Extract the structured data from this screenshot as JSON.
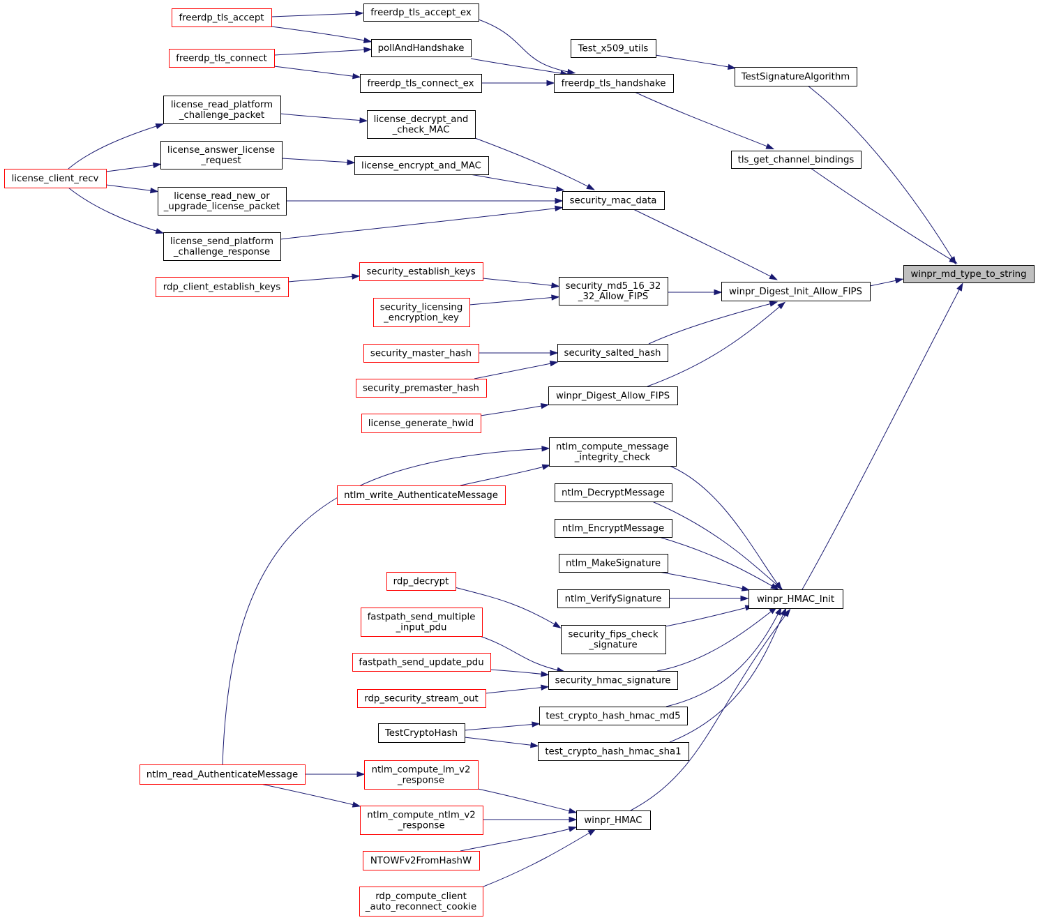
{
  "colors": {
    "edge": "#191970",
    "node_border_default": "#000000",
    "node_border_truncated": "#ff0000",
    "node_fill": "#ffffff",
    "focus_fill": "#bfbfbf",
    "focus_border": "#000000",
    "background": "#ffffff"
  },
  "nodes": [
    {
      "id": "winpr_md_type_to_string",
      "lines": [
        "winpr_md_type_to_string"
      ],
      "style": "focus"
    },
    {
      "id": "TestSignatureAlgorithm",
      "lines": [
        "TestSignatureAlgorithm"
      ],
      "style": "normal"
    },
    {
      "id": "Test_x509_utils",
      "lines": [
        "Test_x509_utils"
      ],
      "style": "normal"
    },
    {
      "id": "tls_get_channel_bindings",
      "lines": [
        "tls_get_channel_bindings"
      ],
      "style": "normal"
    },
    {
      "id": "freerdp_tls_handshake",
      "lines": [
        "freerdp_tls_handshake"
      ],
      "style": "normal"
    },
    {
      "id": "freerdp_tls_accept_ex",
      "lines": [
        "freerdp_tls_accept_ex"
      ],
      "style": "normal"
    },
    {
      "id": "freerdp_tls_accept",
      "lines": [
        "freerdp_tls_accept"
      ],
      "style": "red"
    },
    {
      "id": "pollAndHandshake",
      "lines": [
        "pollAndHandshake"
      ],
      "style": "normal"
    },
    {
      "id": "freerdp_tls_connect",
      "lines": [
        "freerdp_tls_connect"
      ],
      "style": "red"
    },
    {
      "id": "freerdp_tls_connect_ex",
      "lines": [
        "freerdp_tls_connect_ex"
      ],
      "style": "normal"
    },
    {
      "id": "winpr_Digest_Init_Allow_FIPS",
      "lines": [
        "winpr_Digest_Init_Allow_FIPS"
      ],
      "style": "normal"
    },
    {
      "id": "security_mac_data",
      "lines": [
        "security_mac_data"
      ],
      "style": "normal"
    },
    {
      "id": "license_decrypt_and_check_MAC",
      "lines": [
        "license_decrypt_and",
        "_check_MAC"
      ],
      "style": "normal"
    },
    {
      "id": "license_read_platform_challenge_packet",
      "lines": [
        "license_read_platform",
        "_challenge_packet"
      ],
      "style": "normal"
    },
    {
      "id": "license_client_recv",
      "lines": [
        "license_client_recv"
      ],
      "style": "red"
    },
    {
      "id": "license_encrypt_and_MAC",
      "lines": [
        "license_encrypt_and_MAC"
      ],
      "style": "normal"
    },
    {
      "id": "license_answer_license_request",
      "lines": [
        "license_answer_license",
        "_request"
      ],
      "style": "normal"
    },
    {
      "id": "license_read_new_or_upgrade_license_packet",
      "lines": [
        "license_read_new_or",
        "_upgrade_license_packet"
      ],
      "style": "normal"
    },
    {
      "id": "license_send_platform_challenge_response",
      "lines": [
        "license_send_platform",
        "_challenge_response"
      ],
      "style": "normal"
    },
    {
      "id": "security_md5_16_32_32_Allow_FIPS",
      "lines": [
        "security_md5_16_32",
        "_32_Allow_FIPS"
      ],
      "style": "normal"
    },
    {
      "id": "security_establish_keys",
      "lines": [
        "security_establish_keys"
      ],
      "style": "red"
    },
    {
      "id": "rdp_client_establish_keys",
      "lines": [
        "rdp_client_establish_keys"
      ],
      "style": "red"
    },
    {
      "id": "security_licensing_encryption_key",
      "lines": [
        "security_licensing",
        "_encryption_key"
      ],
      "style": "red"
    },
    {
      "id": "security_salted_hash",
      "lines": [
        "security_salted_hash"
      ],
      "style": "normal"
    },
    {
      "id": "security_master_hash",
      "lines": [
        "security_master_hash"
      ],
      "style": "red"
    },
    {
      "id": "security_premaster_hash",
      "lines": [
        "security_premaster_hash"
      ],
      "style": "red"
    },
    {
      "id": "winpr_Digest_Allow_FIPS",
      "lines": [
        "winpr_Digest_Allow_FIPS"
      ],
      "style": "normal"
    },
    {
      "id": "license_generate_hwid",
      "lines": [
        "license_generate_hwid"
      ],
      "style": "red"
    },
    {
      "id": "winpr_HMAC_Init",
      "lines": [
        "winpr_HMAC_Init"
      ],
      "style": "normal"
    },
    {
      "id": "ntlm_compute_message_integrity_check",
      "lines": [
        "ntlm_compute_message",
        "_integrity_check"
      ],
      "style": "normal"
    },
    {
      "id": "ntlm_write_AuthenticateMessage",
      "lines": [
        "ntlm_write_AuthenticateMessage"
      ],
      "style": "red"
    },
    {
      "id": "ntlm_read_AuthenticateMessage",
      "lines": [
        "ntlm_read_AuthenticateMessage"
      ],
      "style": "red"
    },
    {
      "id": "ntlm_DecryptMessage",
      "lines": [
        "ntlm_DecryptMessage"
      ],
      "style": "normal"
    },
    {
      "id": "ntlm_EncryptMessage",
      "lines": [
        "ntlm_EncryptMessage"
      ],
      "style": "normal"
    },
    {
      "id": "ntlm_MakeSignature",
      "lines": [
        "ntlm_MakeSignature"
      ],
      "style": "normal"
    },
    {
      "id": "ntlm_VerifySignature",
      "lines": [
        "ntlm_VerifySignature"
      ],
      "style": "normal"
    },
    {
      "id": "security_fips_check_signature",
      "lines": [
        "security_fips_check",
        "_signature"
      ],
      "style": "normal"
    },
    {
      "id": "rdp_decrypt",
      "lines": [
        "rdp_decrypt"
      ],
      "style": "red"
    },
    {
      "id": "security_hmac_signature",
      "lines": [
        "security_hmac_signature"
      ],
      "style": "normal"
    },
    {
      "id": "fastpath_send_multiple_input_pdu",
      "lines": [
        "fastpath_send_multiple",
        "_input_pdu"
      ],
      "style": "red"
    },
    {
      "id": "fastpath_send_update_pdu",
      "lines": [
        "fastpath_send_update_pdu"
      ],
      "style": "red"
    },
    {
      "id": "rdp_security_stream_out",
      "lines": [
        "rdp_security_stream_out"
      ],
      "style": "red"
    },
    {
      "id": "test_crypto_hash_hmac_md5",
      "lines": [
        "test_crypto_hash_hmac_md5"
      ],
      "style": "normal"
    },
    {
      "id": "test_crypto_hash_hmac_sha1",
      "lines": [
        "test_crypto_hash_hmac_sha1"
      ],
      "style": "normal"
    },
    {
      "id": "TestCryptoHash",
      "lines": [
        "TestCryptoHash"
      ],
      "style": "normal"
    },
    {
      "id": "winpr_HMAC",
      "lines": [
        "winpr_HMAC"
      ],
      "style": "normal"
    },
    {
      "id": "ntlm_compute_lm_v2_response",
      "lines": [
        "ntlm_compute_lm_v2",
        "_response"
      ],
      "style": "red"
    },
    {
      "id": "ntlm_compute_ntlm_v2_response",
      "lines": [
        "ntlm_compute_ntlm_v2",
        "_response"
      ],
      "style": "red"
    },
    {
      "id": "NTOWFv2FromHashW",
      "lines": [
        "NTOWFv2FromHashW"
      ],
      "style": "red"
    },
    {
      "id": "rdp_compute_client_auto_reconnect_cookie",
      "lines": [
        "rdp_compute_client",
        "_auto_reconnect_cookie"
      ],
      "style": "red"
    }
  ],
  "edges": [
    {
      "from": "TestSignatureAlgorithm",
      "to": "winpr_md_type_to_string"
    },
    {
      "from": "tls_get_channel_bindings",
      "to": "winpr_md_type_to_string"
    },
    {
      "from": "winpr_Digest_Init_Allow_FIPS",
      "to": "winpr_md_type_to_string"
    },
    {
      "from": "winpr_HMAC_Init",
      "to": "winpr_md_type_to_string"
    },
    {
      "from": "Test_x509_utils",
      "to": "TestSignatureAlgorithm"
    },
    {
      "from": "freerdp_tls_handshake",
      "to": "tls_get_channel_bindings"
    },
    {
      "from": "freerdp_tls_accept_ex",
      "to": "freerdp_tls_handshake"
    },
    {
      "from": "pollAndHandshake",
      "to": "freerdp_tls_handshake"
    },
    {
      "from": "freerdp_tls_connect_ex",
      "to": "freerdp_tls_handshake"
    },
    {
      "from": "freerdp_tls_accept",
      "to": "freerdp_tls_accept_ex"
    },
    {
      "from": "freerdp_tls_accept",
      "to": "pollAndHandshake"
    },
    {
      "from": "freerdp_tls_connect",
      "to": "pollAndHandshake"
    },
    {
      "from": "freerdp_tls_connect",
      "to": "freerdp_tls_connect_ex"
    },
    {
      "from": "security_mac_data",
      "to": "winpr_Digest_Init_Allow_FIPS"
    },
    {
      "from": "security_md5_16_32_32_Allow_FIPS",
      "to": "winpr_Digest_Init_Allow_FIPS"
    },
    {
      "from": "security_salted_hash",
      "to": "winpr_Digest_Init_Allow_FIPS"
    },
    {
      "from": "winpr_Digest_Allow_FIPS",
      "to": "winpr_Digest_Init_Allow_FIPS"
    },
    {
      "from": "license_decrypt_and_check_MAC",
      "to": "security_mac_data"
    },
    {
      "from": "license_encrypt_and_MAC",
      "to": "security_mac_data"
    },
    {
      "from": "license_read_new_or_upgrade_license_packet",
      "to": "security_mac_data"
    },
    {
      "from": "license_send_platform_challenge_response",
      "to": "security_mac_data"
    },
    {
      "from": "license_read_platform_challenge_packet",
      "to": "license_decrypt_and_check_MAC"
    },
    {
      "from": "license_answer_license_request",
      "to": "license_encrypt_and_MAC"
    },
    {
      "from": "license_client_recv",
      "to": "license_read_platform_challenge_packet"
    },
    {
      "from": "license_client_recv",
      "to": "license_answer_license_request"
    },
    {
      "from": "license_client_recv",
      "to": "license_read_new_or_upgrade_license_packet"
    },
    {
      "from": "license_client_recv",
      "to": "license_send_platform_challenge_response"
    },
    {
      "from": "security_establish_keys",
      "to": "security_md5_16_32_32_Allow_FIPS"
    },
    {
      "from": "security_licensing_encryption_key",
      "to": "security_md5_16_32_32_Allow_FIPS"
    },
    {
      "from": "rdp_client_establish_keys",
      "to": "security_establish_keys"
    },
    {
      "from": "security_master_hash",
      "to": "security_salted_hash"
    },
    {
      "from": "security_premaster_hash",
      "to": "security_salted_hash"
    },
    {
      "from": "license_generate_hwid",
      "to": "winpr_Digest_Allow_FIPS"
    },
    {
      "from": "ntlm_compute_message_integrity_check",
      "to": "winpr_HMAC_Init"
    },
    {
      "from": "ntlm_DecryptMessage",
      "to": "winpr_HMAC_Init"
    },
    {
      "from": "ntlm_EncryptMessage",
      "to": "winpr_HMAC_Init"
    },
    {
      "from": "ntlm_MakeSignature",
      "to": "winpr_HMAC_Init"
    },
    {
      "from": "ntlm_VerifySignature",
      "to": "winpr_HMAC_Init"
    },
    {
      "from": "security_fips_check_signature",
      "to": "winpr_HMAC_Init"
    },
    {
      "from": "security_hmac_signature",
      "to": "winpr_HMAC_Init"
    },
    {
      "from": "test_crypto_hash_hmac_md5",
      "to": "winpr_HMAC_Init"
    },
    {
      "from": "test_crypto_hash_hmac_sha1",
      "to": "winpr_HMAC_Init"
    },
    {
      "from": "winpr_HMAC",
      "to": "winpr_HMAC_Init"
    },
    {
      "from": "ntlm_write_AuthenticateMessage",
      "to": "ntlm_compute_message_integrity_check"
    },
    {
      "from": "ntlm_read_AuthenticateMessage",
      "to": "ntlm_compute_message_integrity_check"
    },
    {
      "from": "rdp_decrypt",
      "to": "security_fips_check_signature"
    },
    {
      "from": "fastpath_send_multiple_input_pdu",
      "to": "security_hmac_signature"
    },
    {
      "from": "fastpath_send_update_pdu",
      "to": "security_hmac_signature"
    },
    {
      "from": "rdp_security_stream_out",
      "to": "security_hmac_signature"
    },
    {
      "from": "TestCryptoHash",
      "to": "test_crypto_hash_hmac_md5"
    },
    {
      "from": "TestCryptoHash",
      "to": "test_crypto_hash_hmac_sha1"
    },
    {
      "from": "ntlm_compute_lm_v2_response",
      "to": "winpr_HMAC"
    },
    {
      "from": "ntlm_compute_ntlm_v2_response",
      "to": "winpr_HMAC"
    },
    {
      "from": "NTOWFv2FromHashW",
      "to": "winpr_HMAC"
    },
    {
      "from": "rdp_compute_client_auto_reconnect_cookie",
      "to": "winpr_HMAC"
    },
    {
      "from": "ntlm_read_AuthenticateMessage",
      "to": "ntlm_compute_lm_v2_response"
    },
    {
      "from": "ntlm_read_AuthenticateMessage",
      "to": "ntlm_compute_ntlm_v2_response"
    }
  ]
}
